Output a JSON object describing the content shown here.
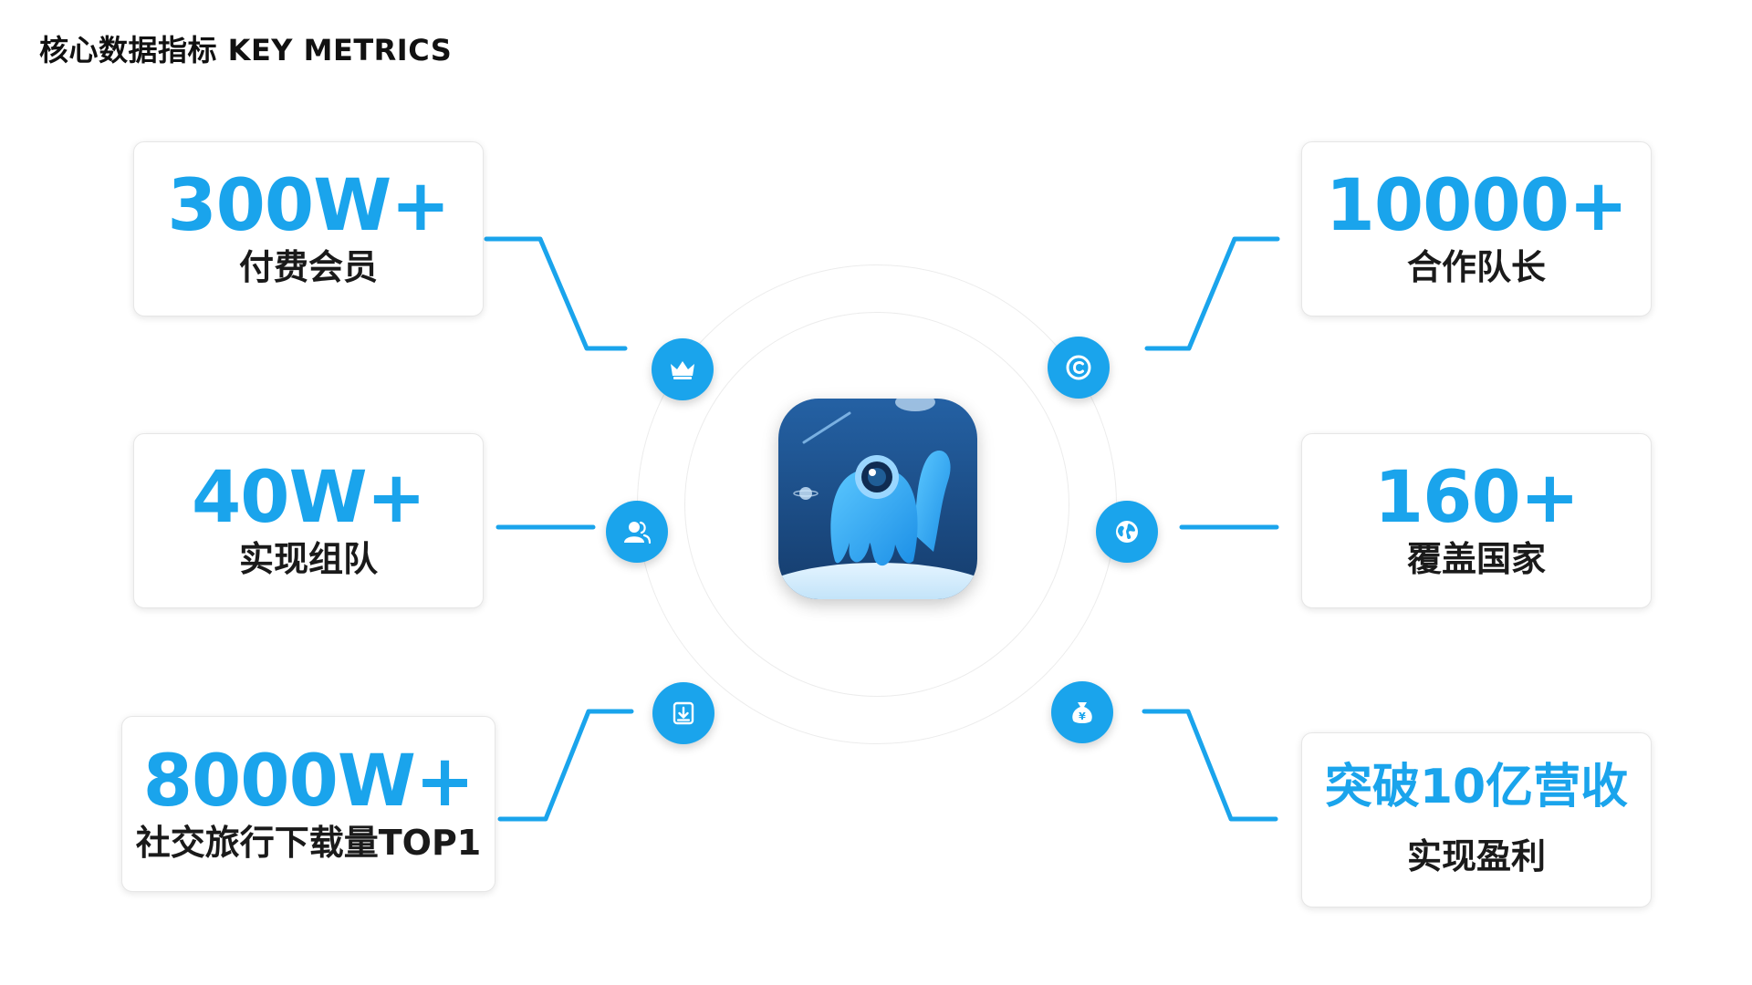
{
  "header": {
    "title": "核心数据指标  KEY METRICS"
  },
  "colors": {
    "accent": "#1aa4ec",
    "text": "#1a1a1a",
    "icon_bg": "#1aa4ec",
    "app_bg": "#1b4f86"
  },
  "metrics": [
    {
      "value": "300W+",
      "label": "付费会员",
      "icon": "crown-icon"
    },
    {
      "value": "40W+",
      "label": "实现组队",
      "icon": "users-icon"
    },
    {
      "value": "8000W+",
      "label": "社交旅行下载量TOP1",
      "icon": "download-icon"
    },
    {
      "value": "10000+",
      "label": "合作队长",
      "icon": "copyright-icon"
    },
    {
      "value": "160+",
      "label": "覆盖国家",
      "icon": "globe-icon"
    },
    {
      "value": "突破10亿营收",
      "label": "实现盈利",
      "icon": "money-bag-icon"
    }
  ]
}
